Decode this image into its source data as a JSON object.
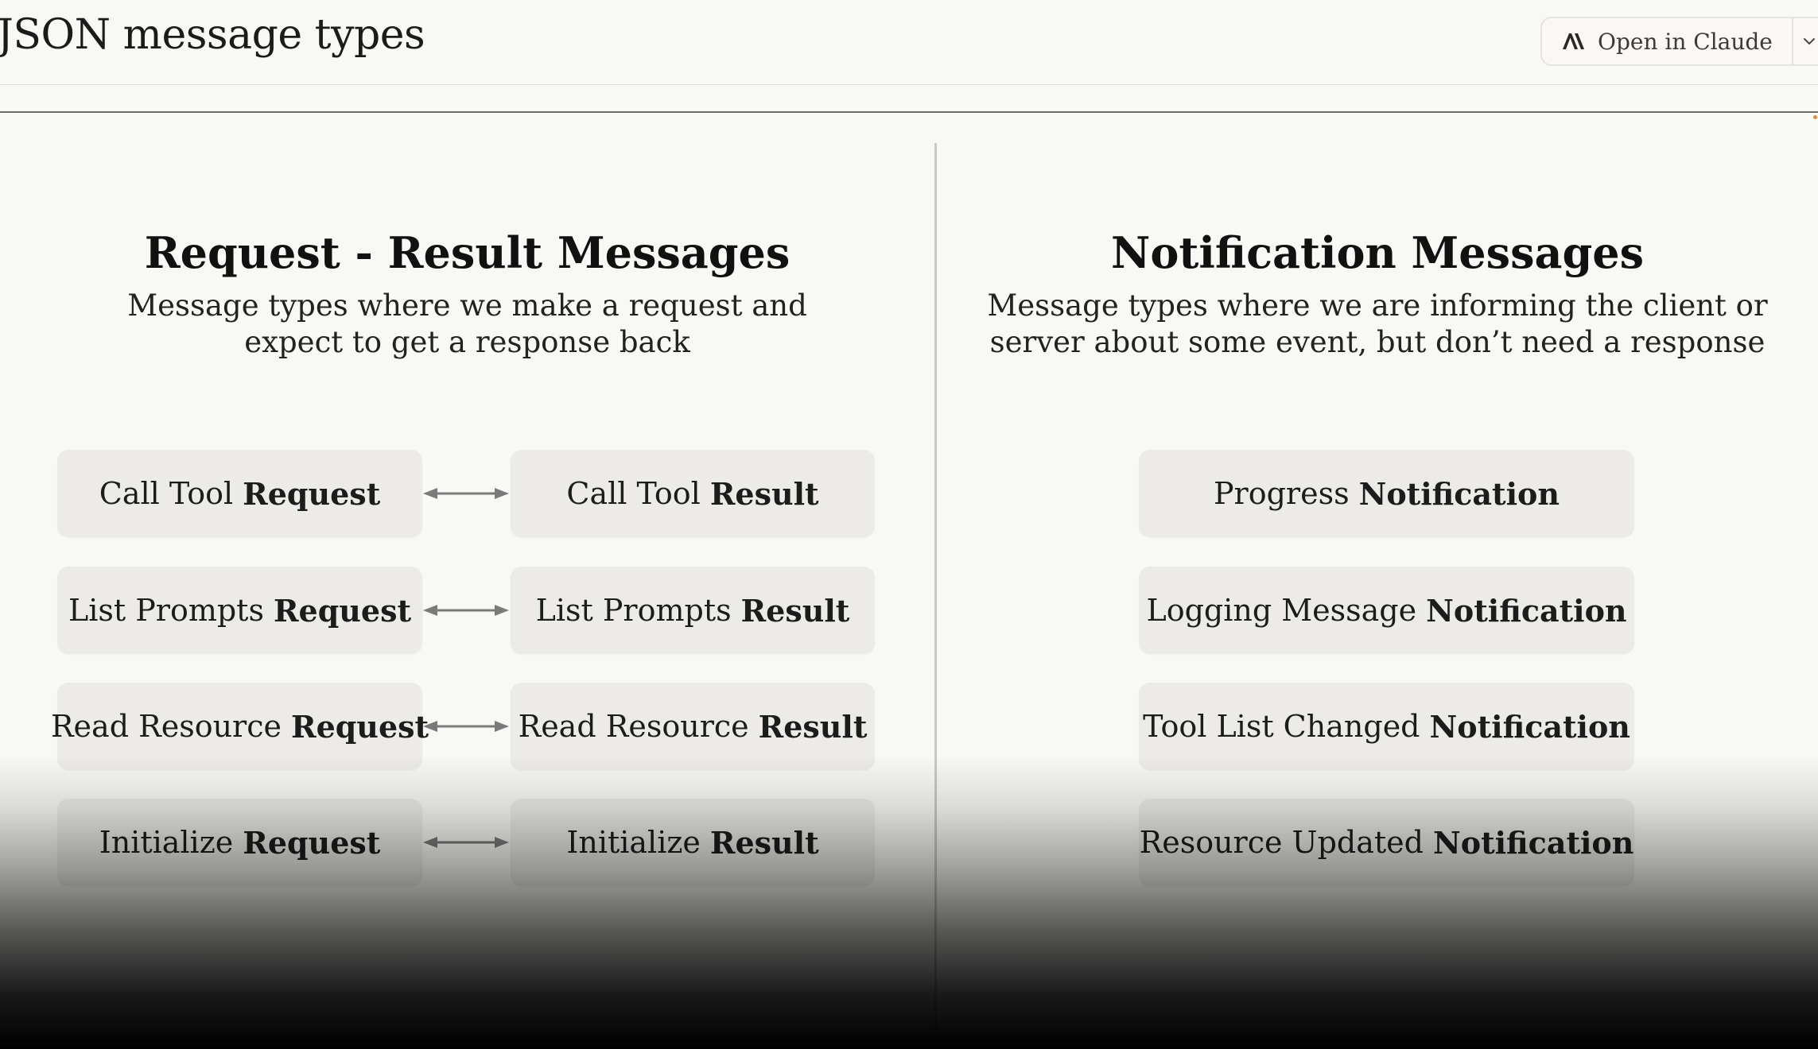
{
  "header": {
    "title": "JSON message types",
    "open_button_label": "Open in Claude",
    "open_icon": "claude-logo-icon",
    "dropdown_icon": "chevron-down-icon"
  },
  "slide": {
    "left": {
      "title": "Request - Result Messages",
      "subtitle_line1": "Message types where we make a request and",
      "subtitle_line2": "expect to get a response back",
      "pairs": [
        {
          "request_prefix": "Call Tool",
          "request_suffix": "Request",
          "result_prefix": "Call Tool",
          "result_suffix": "Result"
        },
        {
          "request_prefix": "List Prompts",
          "request_suffix": "Request",
          "result_prefix": "List Prompts",
          "result_suffix": "Result"
        },
        {
          "request_prefix": "Read Resource",
          "request_suffix": "Request",
          "result_prefix": "Read Resource",
          "result_suffix": "Result"
        },
        {
          "request_prefix": "Initialize",
          "request_suffix": "Request",
          "result_prefix": "Initialize",
          "result_suffix": "Result"
        }
      ]
    },
    "right": {
      "title": "Notification Messages",
      "subtitle_line1": "Message types where we are informing the client or",
      "subtitle_line2": "server about some event, but don’t need a response",
      "items": [
        {
          "prefix": "Progress",
          "suffix": "Notification"
        },
        {
          "prefix": "Logging Message",
          "suffix": "Notification"
        },
        {
          "prefix": "Tool List Changed",
          "suffix": "Notification"
        },
        {
          "prefix": "Resource Updated",
          "suffix": "Notification"
        }
      ]
    }
  },
  "colors": {
    "accent_dot": "#e08a3c",
    "box_bg": "#ecebe7",
    "page_bg": "#f8f8f4"
  }
}
